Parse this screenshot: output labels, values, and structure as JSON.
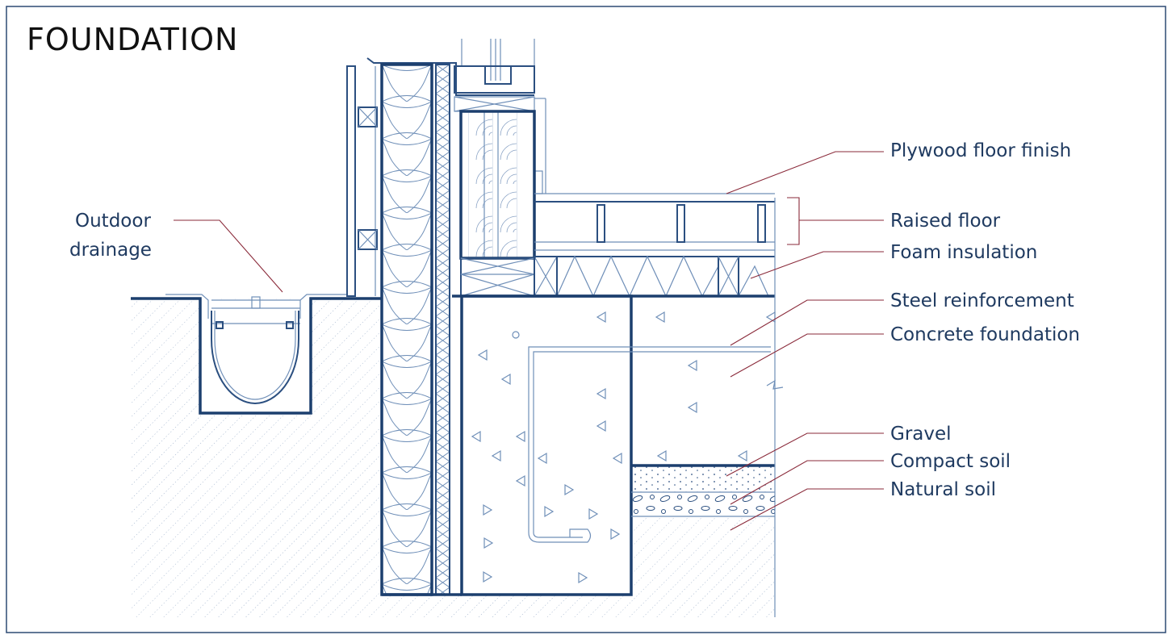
{
  "title": "FOUNDATION",
  "labels": {
    "outdoor_drainage_line1": "Outdoor",
    "outdoor_drainage_line2": "drainage",
    "plywood_floor_finish": "Plywood floor finish",
    "raised_floor": "Raised floor",
    "foam_insulation": "Foam insulation",
    "steel_reinforcement": "Steel reinforcement",
    "concrete_foundation": "Concrete foundation",
    "gravel": "Gravel",
    "compact_soil": "Compact soil",
    "natural_soil": "Natural soil"
  },
  "colors": {
    "line": "#1c3f6e",
    "leader": "#8a2a3a",
    "text": "#1f3a60"
  }
}
